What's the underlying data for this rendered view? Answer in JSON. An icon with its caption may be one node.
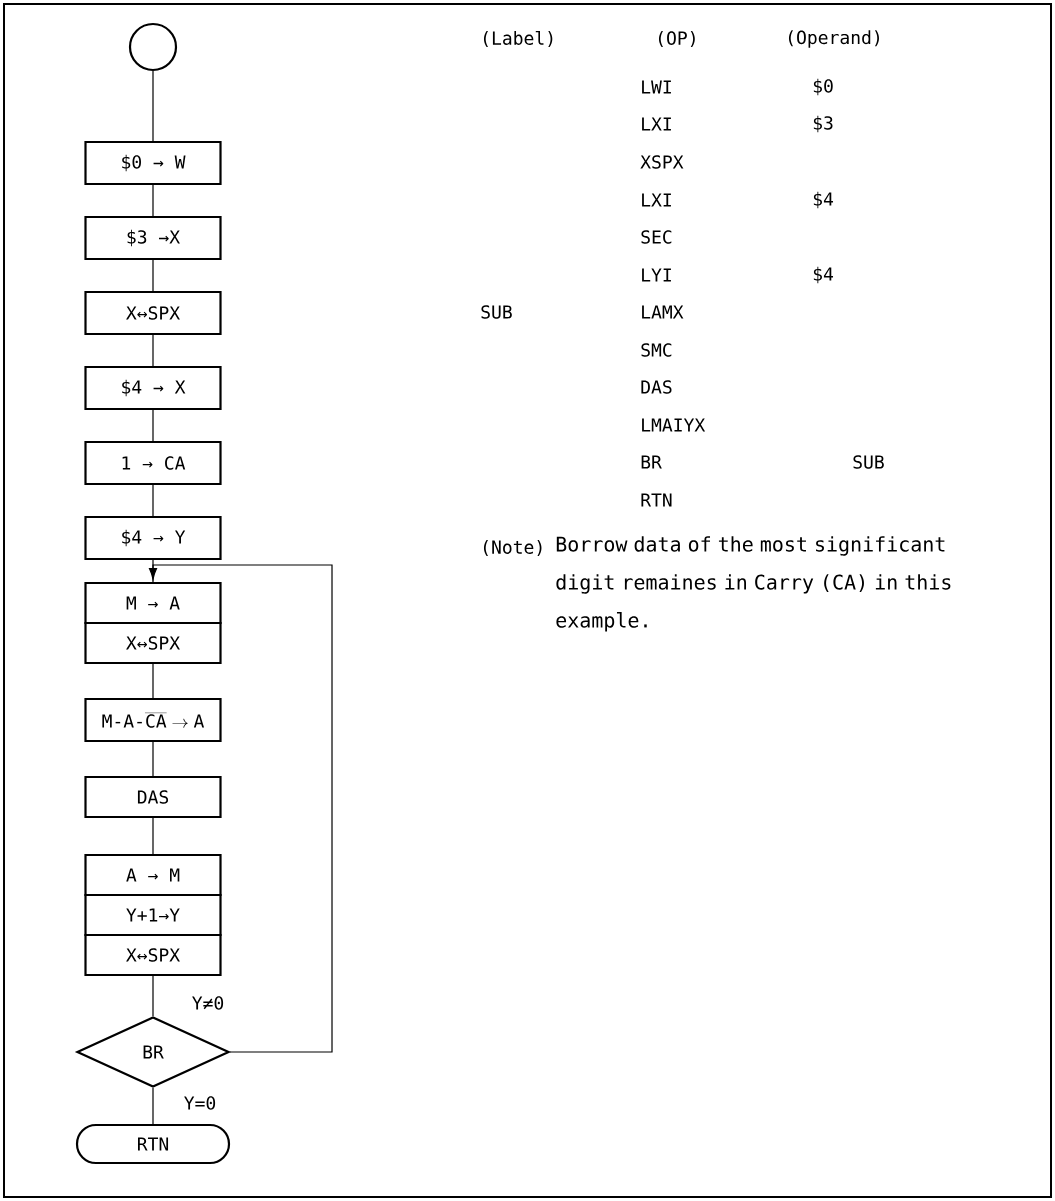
{
  "diagram": {
    "nodes": [
      {
        "text": [],
        "shape": "circle"
      },
      {
        "text": [
          "$0 → W"
        ]
      },
      {
        "text": [
          "$3 →X"
        ]
      },
      {
        "text": [
          "X↔SPX"
        ]
      },
      {
        "text": [
          "$4 → X"
        ]
      },
      {
        "text": [
          "1 → CA"
        ]
      },
      {
        "text": [
          "$4 → Y"
        ]
      },
      {
        "text": [
          "M → A"
        ]
      },
      {
        "text": [
          "X↔SPX"
        ]
      },
      {
        "text": [
          "\\mathtt{M\\mbox{-}A\\mbox{-}}\\overline{\\mathtt{CA}}\\rightarrow\\mathtt{A}"
        ]
      },
      {
        "text": [
          "DAS"
        ]
      },
      {
        "text": [
          "A → M"
        ]
      },
      {
        "text": [
          "Y+1→Y"
        ]
      },
      {
        "text": [
          "X↔SPX"
        ]
      },
      {
        "text": [
          "BR"
        ]
      },
      {
        "text": [
          "RTN"
        ]
      }
    ],
    "edges": [
      {
        "from": 0,
        "to": 1,
        "arrow": "none"
      },
      {
        "from": 1,
        "to": 2,
        "arrow": "none"
      },
      {
        "from": 2,
        "to": 3,
        "arrow": "none"
      },
      {
        "from": 3,
        "to": 4,
        "arrow": "none"
      },
      {
        "from": 4,
        "to": 5,
        "arrow": "none"
      },
      {
        "from": 5,
        "to": 6,
        "arrow": "none"
      },
      {
        "from": 6,
        "to": 7,
        "arrow": "none"
      },
      {
        "from": 8,
        "to": 9,
        "arrow": "none"
      },
      {
        "from": 9,
        "to": 10,
        "arrow": "none"
      },
      {
        "from": 10,
        "to": 11,
        "arrow": "none"
      },
      {
        "from": 13,
        "to": 14,
        "arrow": "none"
      },
      {
        "from": 14,
        "to": 7,
        "arrow": "to",
        "label": "Y≠0"
      },
      {
        "from": 14,
        "to": 15,
        "arrow": "none",
        "label": "Y=0"
      }
    ],
    "labels": [
      "(Label)",
      "(OP)",
      "(Operand)",
      "LWI",
      "$0",
      "LXI",
      "$3",
      "XSPX",
      "LXI",
      "$4",
      "SEC",
      "LYI",
      "$4",
      "SUB",
      "LAMX",
      "SMC",
      "DAS",
      "LMAIYX",
      "BR",
      "SUB",
      "RTN",
      "(Note)",
      "Borrow data of the most significant digit remaines in Carry (CA) in this example."
    ]
  }
}
